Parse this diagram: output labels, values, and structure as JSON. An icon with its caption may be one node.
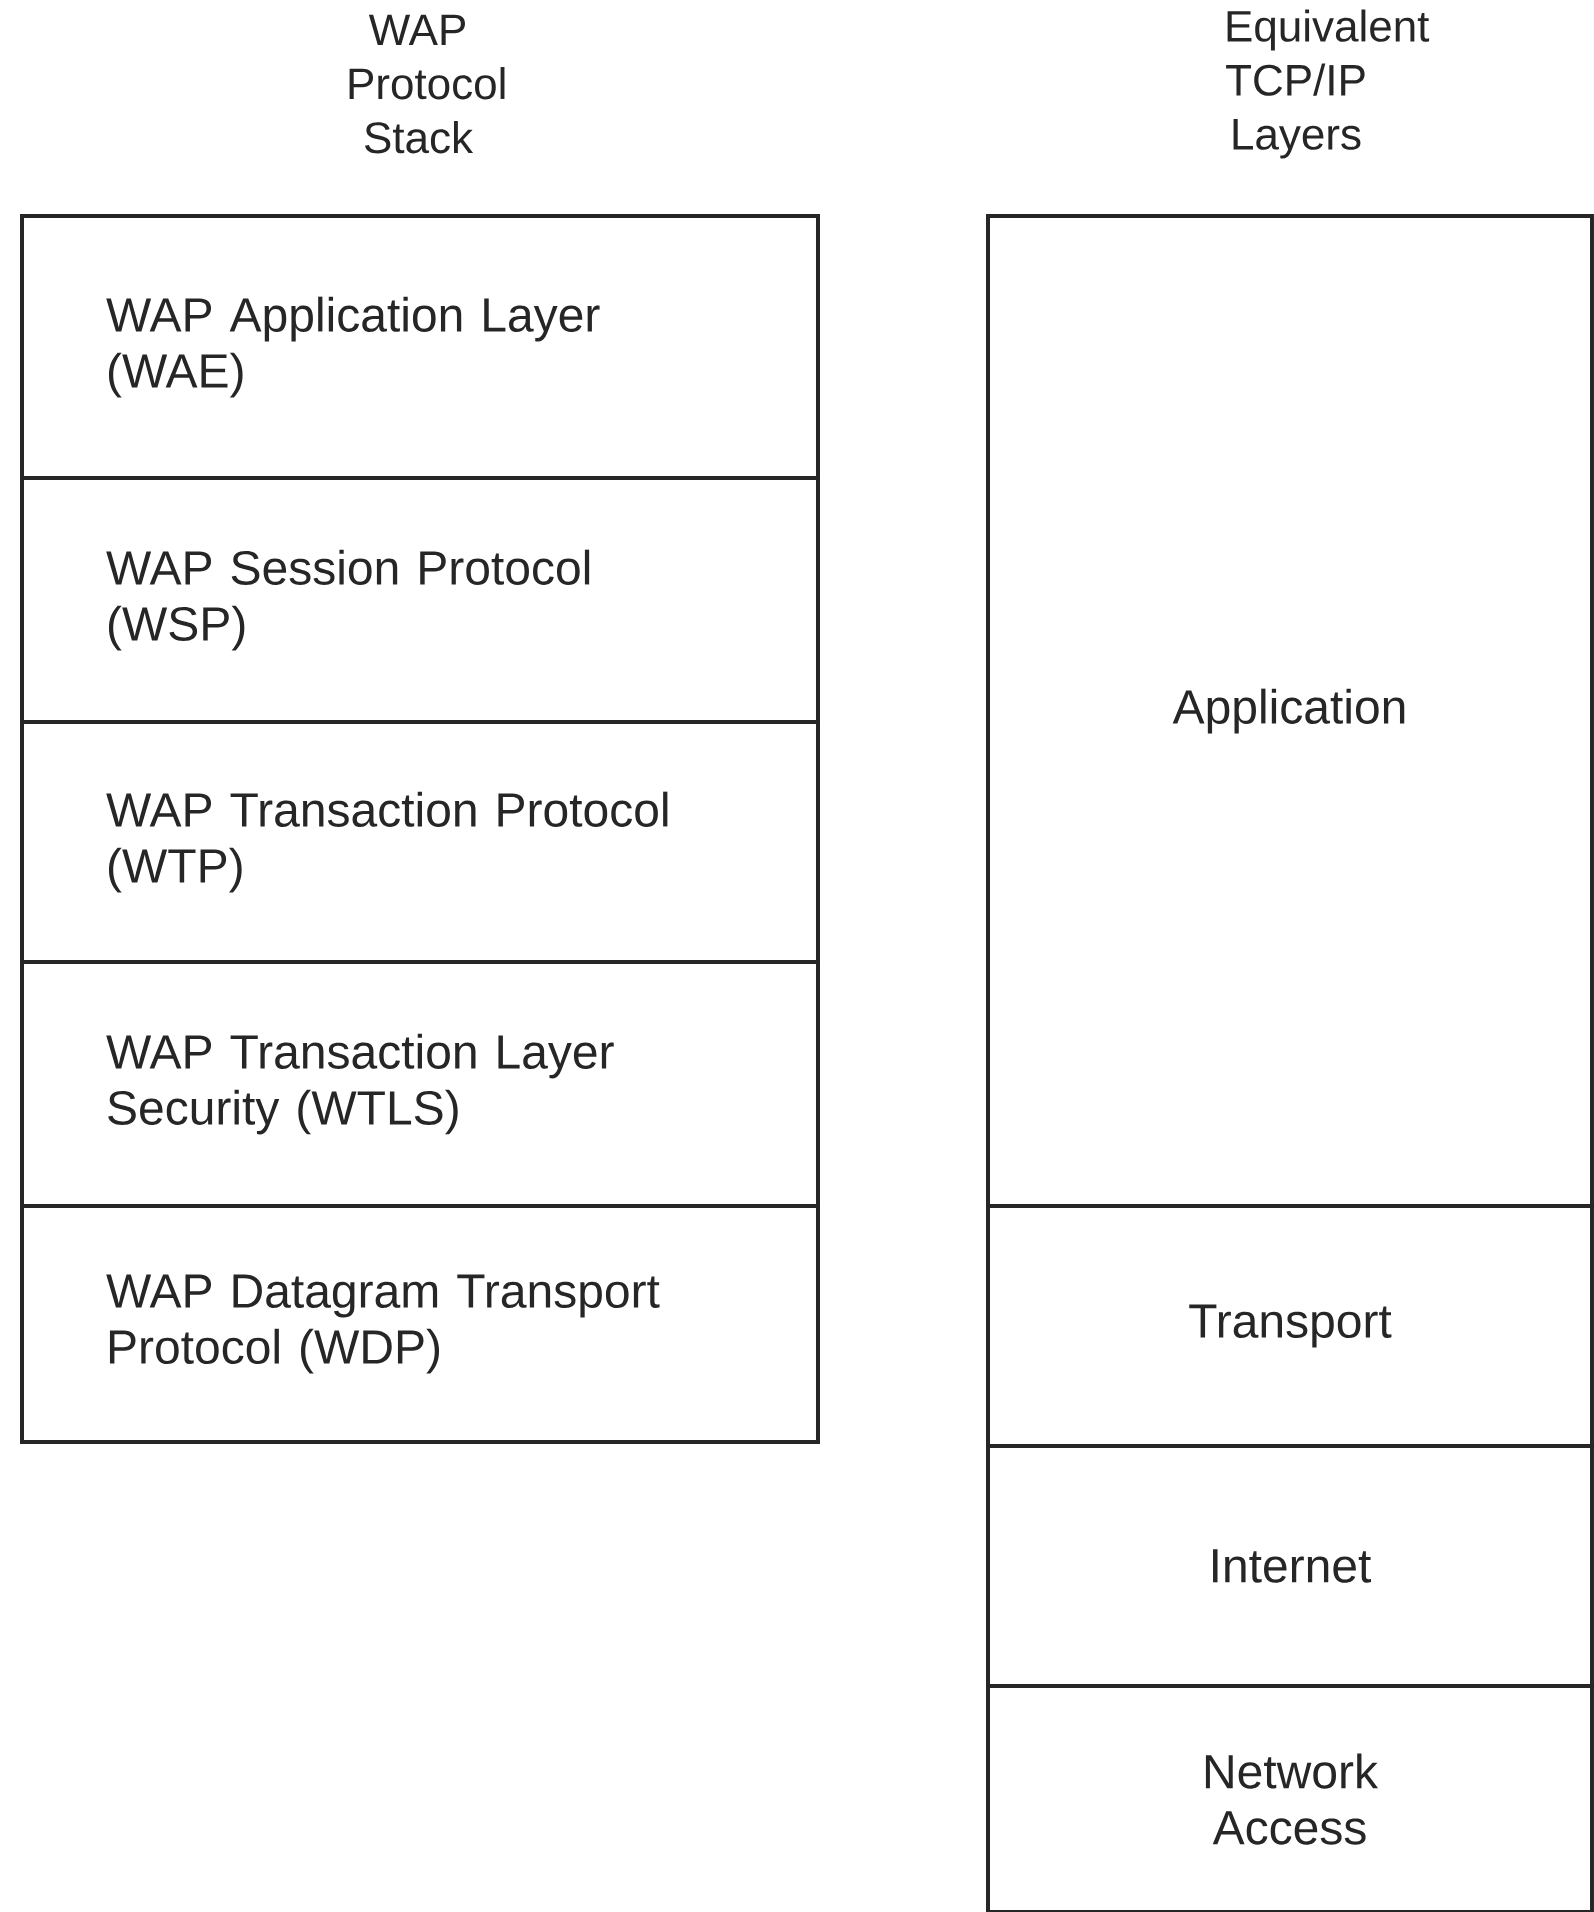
{
  "diagram": {
    "nodes": [
      {
        "text": [
          "WAP Application Layer (WAE)"
        ]
      },
      {
        "text": [
          "WAP Session Protocol (WSP)"
        ]
      },
      {
        "text": [
          "WAP Transaction Protocol (WTP)"
        ]
      },
      {
        "text": [
          "WAP Transaction Layer Security (WTLS)"
        ]
      },
      {
        "text": [
          "WAP Datagram Transport Protocol (WDP)"
        ]
      },
      {
        "text": [
          "Application"
        ]
      },
      {
        "text": [
          "Transport"
        ]
      },
      {
        "text": [
          "Internet"
        ]
      },
      {
        "text": [
          "Network Access"
        ]
      }
    ],
    "labels": [
      "WAP Protocol Stack",
      "Equivalent TCP/IP Layers"
    ]
  }
}
